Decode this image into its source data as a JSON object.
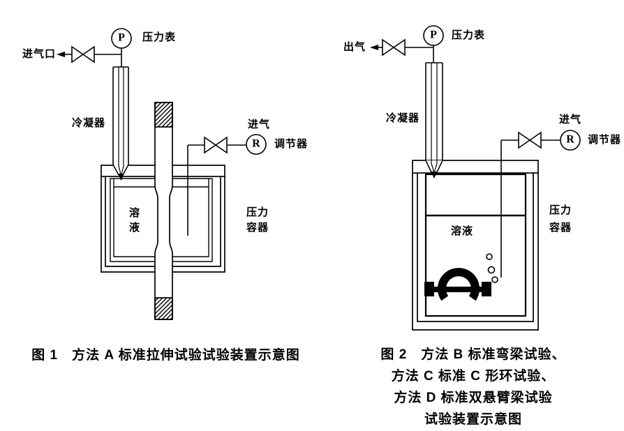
{
  "page": {
    "background": "#ffffff",
    "ink": "#000000"
  },
  "fig1": {
    "caption": "图 1　方法 A 标准拉伸试验试验装置示意图",
    "labels": {
      "inlet_port": "进气口",
      "gauge_letter": "P",
      "pressure_gauge": "压力表",
      "condenser": "冷凝器",
      "gas_inlet": "进气",
      "regulator_letter": "R",
      "regulator": "调节器",
      "solution_char_top": "溶",
      "solution_char_bottom": "液",
      "pressure_vessel_line1": "压力",
      "pressure_vessel_line2": "容器"
    }
  },
  "fig2": {
    "caption_lines": [
      "图 2　方法 B 标准弯梁试验、",
      "方法 C 标准 C 形环试验、",
      "方法 D 标准双悬臂梁试验",
      "试验装置示意图"
    ],
    "labels": {
      "gas_outlet": "出气",
      "gauge_letter": "P",
      "pressure_gauge": "压力表",
      "condenser": "冷凝器",
      "gas_inlet": "进气",
      "regulator_letter": "R",
      "regulator": "调节器",
      "solution": "溶液",
      "pressure_vessel_line1": "压力",
      "pressure_vessel_line2": "容器"
    }
  }
}
